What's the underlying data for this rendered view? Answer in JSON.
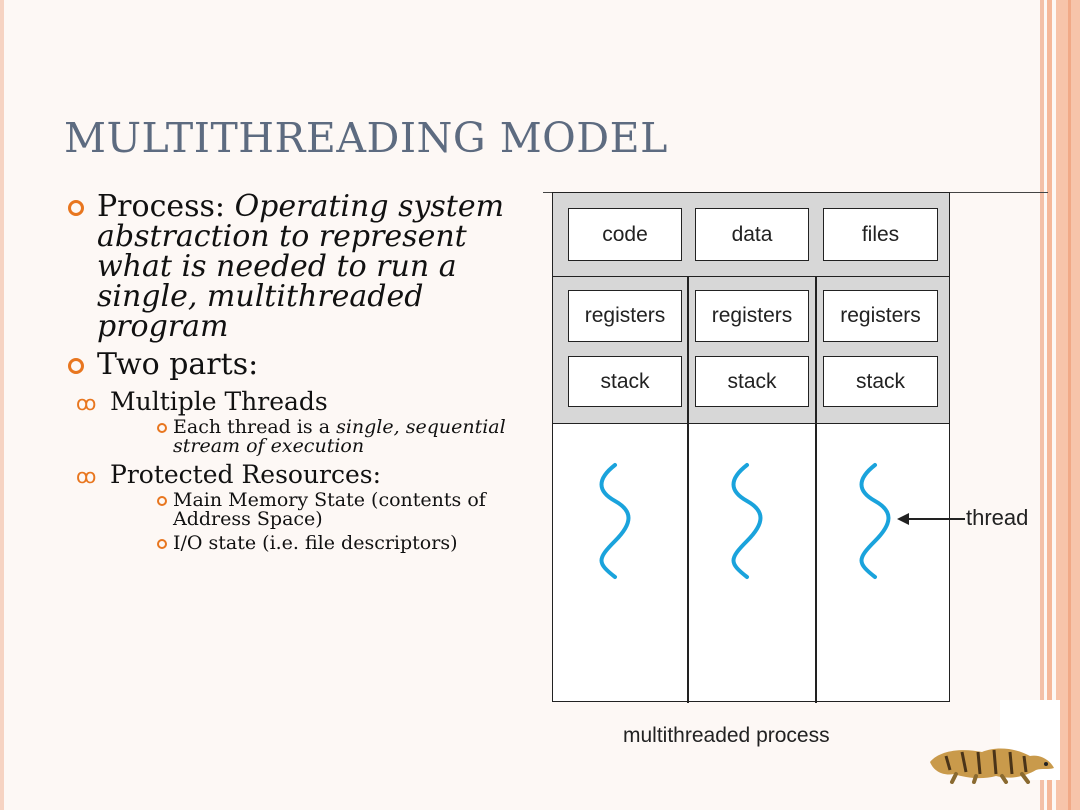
{
  "slide": {
    "title": "MULTITHREADING MODEL",
    "bullets": {
      "process_label": "Process: ",
      "process_desc": "Operating system abstraction to represent what is needed to run a single, multithreaded program",
      "two_parts": "Two parts:",
      "multiple_threads": "Multiple Threads",
      "thread_desc_plain": "Each thread is a ",
      "thread_desc_italic": "single, sequential stream of execution",
      "protected_resources": "Protected Resources:",
      "main_memory": "Main Memory State (contents of Address Space)",
      "io_state": "I/O state (i.e. file descriptors)"
    }
  },
  "diagram": {
    "shared": [
      "code",
      "data",
      "files"
    ],
    "registers": [
      "registers",
      "registers",
      "registers"
    ],
    "stacks": [
      "stack",
      "stack",
      "stack"
    ],
    "thread_label": "thread",
    "caption": "multithreaded process"
  },
  "colors": {
    "title": "#5d6b80",
    "bullet": "#e8761f",
    "thread_wave": "#1aa3dc",
    "accent_bar": "#f7c4aa"
  },
  "icons": {
    "bullet_level1": "hollow-circle",
    "bullet_level2": "script-squiggle",
    "bullet_level3": "hollow-circle-small",
    "logo": "tiger-illustration"
  }
}
